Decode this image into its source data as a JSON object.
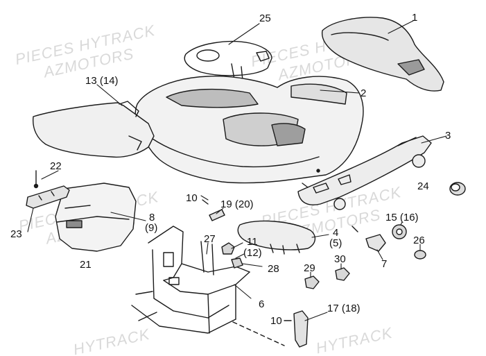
{
  "watermark": {
    "line1": "PIECES HYTRACK",
    "line2": "AZMOTORS",
    "line3": "HYTRACK"
  },
  "callouts": {
    "c1": "1",
    "c2": "2",
    "c3": "3",
    "c4": "4",
    "c5": "(5)",
    "c6": "6",
    "c7": "7",
    "c8": "8",
    "c9": "(9)",
    "c10a": "10",
    "c10b": "10",
    "c11": "11",
    "c12": "(12)",
    "c13": "13 (14)",
    "c15": "15 (16)",
    "c17": "17 (18)",
    "c19": "19 (20)",
    "c21": "21",
    "c22": "22",
    "c23": "23",
    "c24": "24",
    "c25": "25",
    "c26": "26",
    "c27": "27",
    "c28": "28",
    "c29": "29",
    "c30": "30"
  }
}
